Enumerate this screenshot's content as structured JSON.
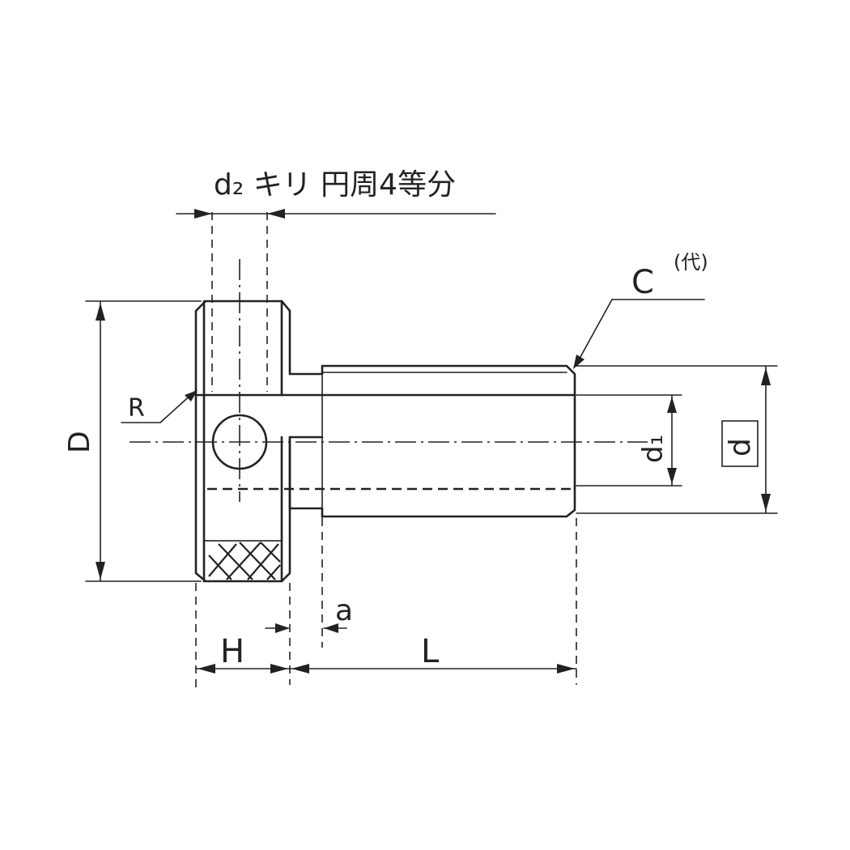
{
  "labels": {
    "d2_note": "d₂ キリ 円周4等分",
    "chamfer": "C",
    "chamfer_note": "(代)",
    "radius": "R",
    "outer_diameter": "D",
    "bore_diameter": "d₁",
    "shaft_diameter": "d",
    "head_width": "H",
    "shaft_length": "L",
    "gap": "a"
  }
}
